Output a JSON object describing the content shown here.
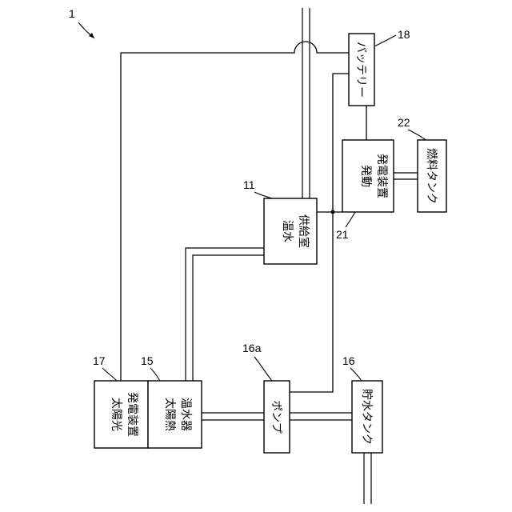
{
  "figure_number": "1",
  "components": {
    "solar_power": {
      "ref": "17",
      "line1": "太陽光",
      "line2": "発電装置"
    },
    "solar_water_heater": {
      "ref": "15",
      "line1": "太陽熱",
      "line2": "温水器"
    },
    "pump": {
      "ref": "16a",
      "label": "ポンプ"
    },
    "storage_tank": {
      "ref": "16",
      "label": "貯水タンク"
    },
    "hot_water_supply": {
      "ref": "11",
      "line1": "温水",
      "line2": "供給室"
    },
    "generator": {
      "ref": "21",
      "line1": "発動",
      "line2": "発電装置"
    },
    "battery": {
      "ref": "18",
      "label": "バッテリー"
    },
    "fuel_tank": {
      "ref": "22",
      "label": "燃料タンク"
    }
  }
}
